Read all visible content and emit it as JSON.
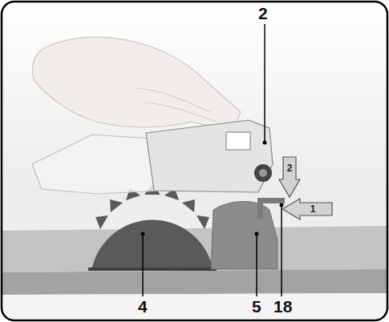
{
  "diagram": {
    "nodes": [
      {
        "text": [
          "2"
        ]
      },
      {
        "text": [
          "1"
        ]
      }
    ],
    "labels": [
      "2",
      "4",
      "5",
      "18"
    ]
  }
}
